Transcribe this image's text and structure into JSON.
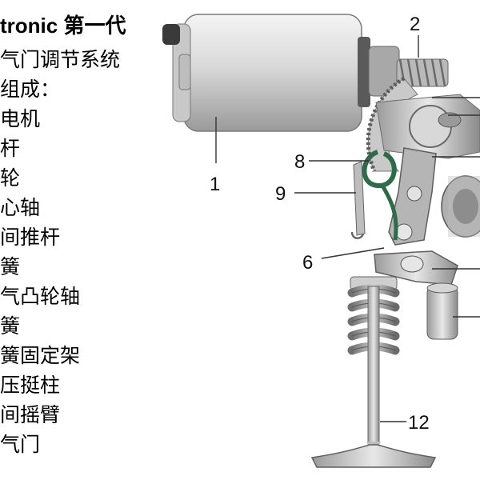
{
  "title": "tronic 第一代",
  "legend": [
    "气门调节系统",
    "组成：",
    "电机",
    "杆",
    "轮",
    "心轴",
    "间推杆",
    "簧",
    "气凸轮轴",
    "簧",
    "簧固定架",
    "压挺柱",
    "间摇臂",
    "气门"
  ],
  "callouts": [
    "1",
    "2",
    "6",
    "8",
    "9",
    "12"
  ],
  "colors": {
    "metal_light": "#e6e6e6",
    "metal_dark": "#8a8a8a",
    "spring_green": "#2e6b4a",
    "leader_line": "#333333"
  }
}
